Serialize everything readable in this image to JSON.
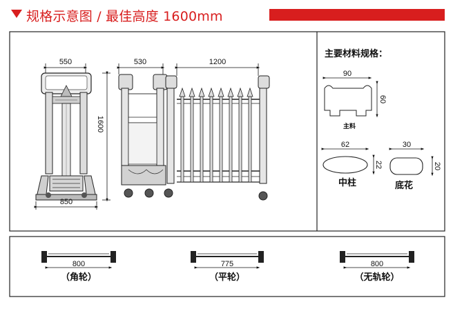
{
  "header": {
    "title": "规格示意图 / 最佳高度 1600mm",
    "accent": "#d81e1e"
  },
  "gate": {
    "top_width": "550",
    "height": "1600",
    "base_width": "850",
    "side_width": "530",
    "panel_width": "1200"
  },
  "materials": {
    "title": "主要材料规格：",
    "main": {
      "width": "90",
      "height": "60",
      "name": "主料"
    },
    "center": {
      "width": "62",
      "height": "22",
      "name": "中柱"
    },
    "bottom": {
      "width": "30",
      "height": "20",
      "name": "底花"
    }
  },
  "wheels": [
    {
      "width": "800",
      "name": "（角轮）"
    },
    {
      "width": "775",
      "name": "（平轮）"
    },
    {
      "width": "800",
      "name": "（无轨轮）"
    }
  ]
}
